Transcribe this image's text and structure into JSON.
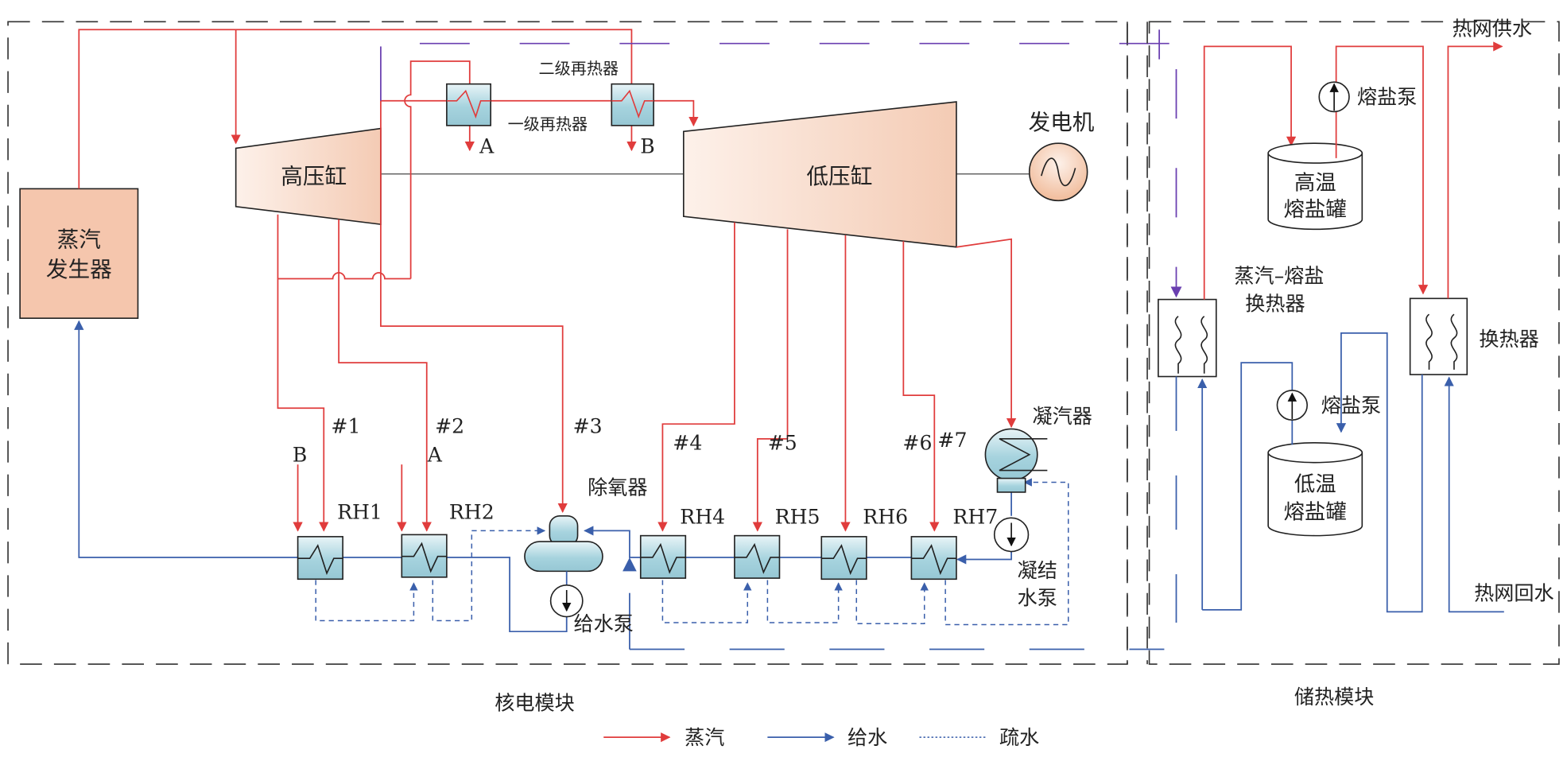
{
  "figure": {
    "modules": {
      "nuclear": "核电模块",
      "storage": "储热模块"
    },
    "components": {
      "steam_generator": [
        "蒸汽",
        "发生器"
      ],
      "hp_cylinder": "高压缸",
      "lp_cylinder": "低压缸",
      "generator": "发电机",
      "reheater_1": "一级再热器",
      "reheater_2": "二级再热器",
      "deaerator": "除氧器",
      "feed_pump": "给水泵",
      "condenser": "凝汽器",
      "condensate_pump": [
        "凝结",
        "水泵"
      ],
      "hot_tank": [
        "高温",
        "熔盐罐"
      ],
      "cold_tank": [
        "低温",
        "熔盐罐"
      ],
      "salt_pump_top": "熔盐泵",
      "salt_pump_bottom": "熔盐泵",
      "steam_salt_hx": [
        "蒸汽–熔盐",
        "换热器"
      ],
      "heat_exchanger": "换热器",
      "heating_supply": "热网供水",
      "heating_return": "热网回水"
    },
    "heaters": [
      "RH1",
      "RH2",
      "RH4",
      "RH5",
      "RH6",
      "RH7"
    ],
    "extractions": [
      "#1",
      "#2",
      "#3",
      "#4",
      "#5",
      "#6",
      "#7"
    ],
    "connectors": {
      "a_out": "A",
      "b_out": "B",
      "a_in": "A",
      "b_in": "B"
    },
    "legend": [
      {
        "label": "蒸汽",
        "style": "solid-arrow",
        "color": "#e03c3c"
      },
      {
        "label": "给水",
        "style": "solid-arrow",
        "color": "#3a5fab"
      },
      {
        "label": "疏水",
        "style": "dotted",
        "color": "#3a5fab"
      }
    ],
    "colors": {
      "steam": "#e03c3c",
      "feedwater": "#3a5fab",
      "drain": "#3a5fab",
      "extraction_to_storage": "#6a3fb0",
      "equipment_fill": "#f5c6ad",
      "heater_fill": "#a8d4df"
    }
  }
}
